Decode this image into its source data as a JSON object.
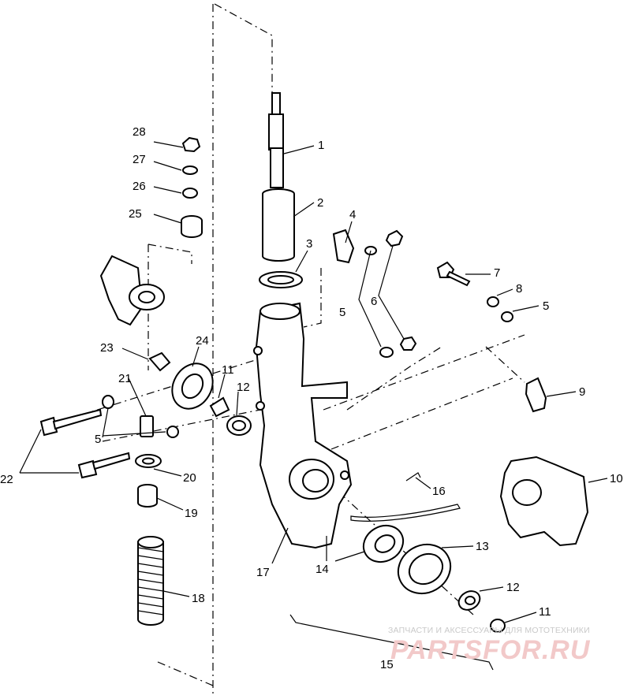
{
  "watermark": {
    "caption": "ЗАПЧАСТИ И АКСЕССУАРЫ ДЛЯ МОТОТЕХНИКИ",
    "brand": "PARTSFOR.RU"
  },
  "callouts": {
    "c1": "1",
    "c2": "2",
    "c3": "3",
    "c4": "4",
    "c5a": "5",
    "c5b": "5",
    "c5c": "5",
    "c6": "6",
    "c7": "7",
    "c8": "8",
    "c9": "9",
    "c10": "10",
    "c11a": "11",
    "c11b": "11",
    "c12a": "12",
    "c12b": "12",
    "c13": "13",
    "c14": "14",
    "c15": "15",
    "c16": "16",
    "c17": "17",
    "c18": "18",
    "c19": "19",
    "c20": "20",
    "c21": "21",
    "c22": "22",
    "c23": "23",
    "c24": "24",
    "c25": "25",
    "c26": "26",
    "c27": "27",
    "c28": "28"
  }
}
